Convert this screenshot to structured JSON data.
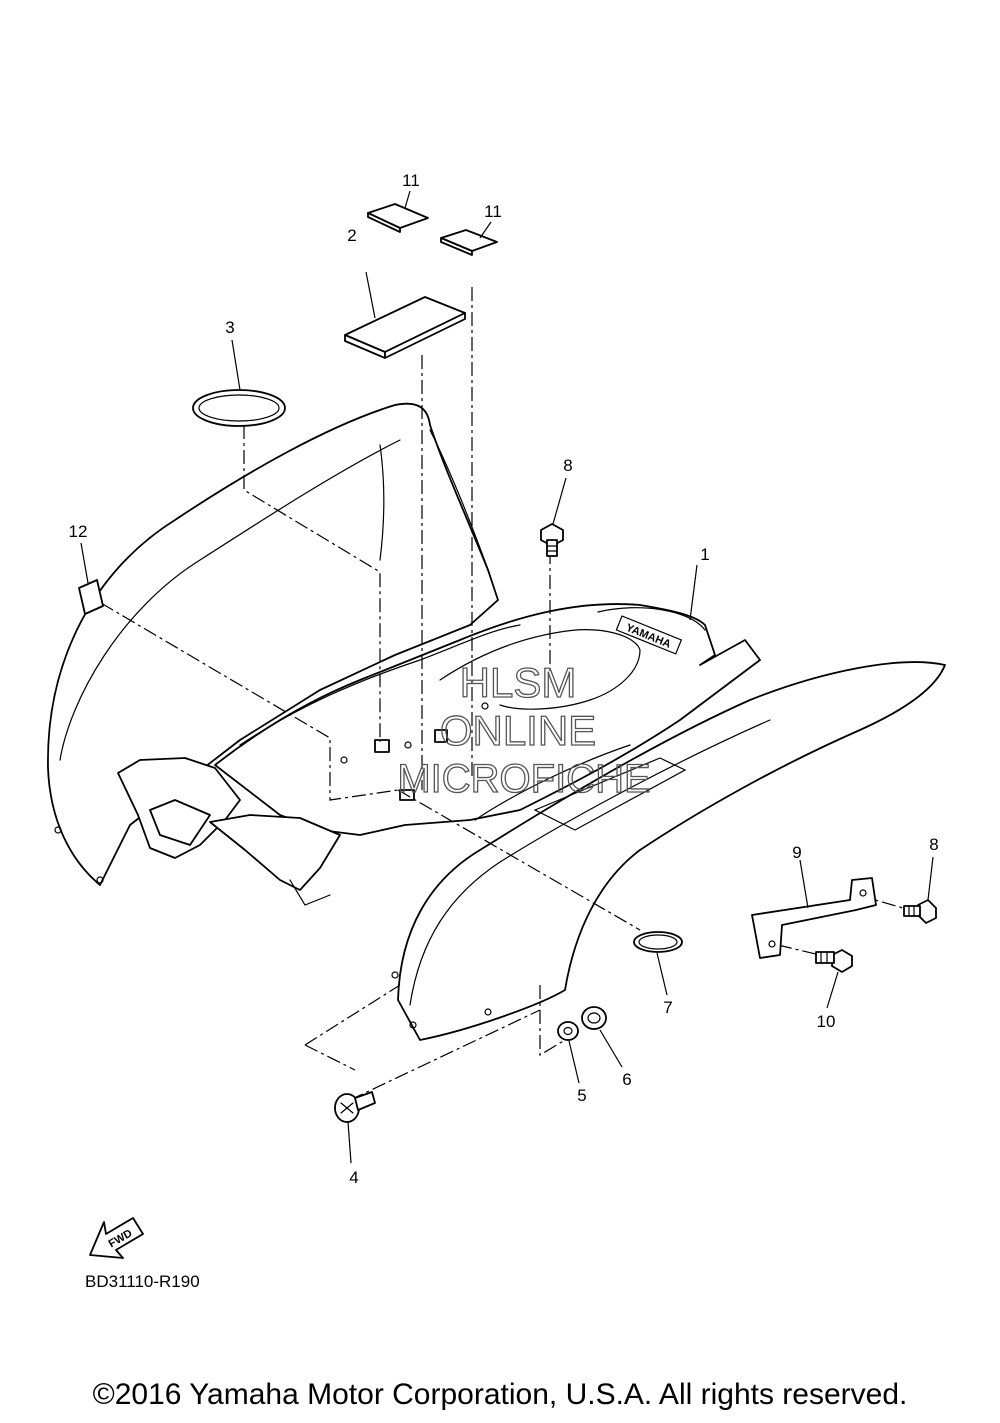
{
  "callouts": {
    "c1": "1",
    "c2": "2",
    "c3": "3",
    "c4": "4",
    "c5": "5",
    "c6": "6",
    "c7": "7",
    "c8a": "8",
    "c8b": "8",
    "c9": "9",
    "c10": "10",
    "c11a": "11",
    "c11b": "11",
    "c12": "12"
  },
  "watermark": {
    "line1": "HLSM",
    "line2": "ONLINE",
    "line3": "MICROFICHE"
  },
  "decal_text": "YAMAHA",
  "fwd_label": "FWD",
  "diagram_code": "BD31110-R190",
  "copyright": "©2016 Yamaha Motor Corporation, U.S.A. All rights reserved."
}
